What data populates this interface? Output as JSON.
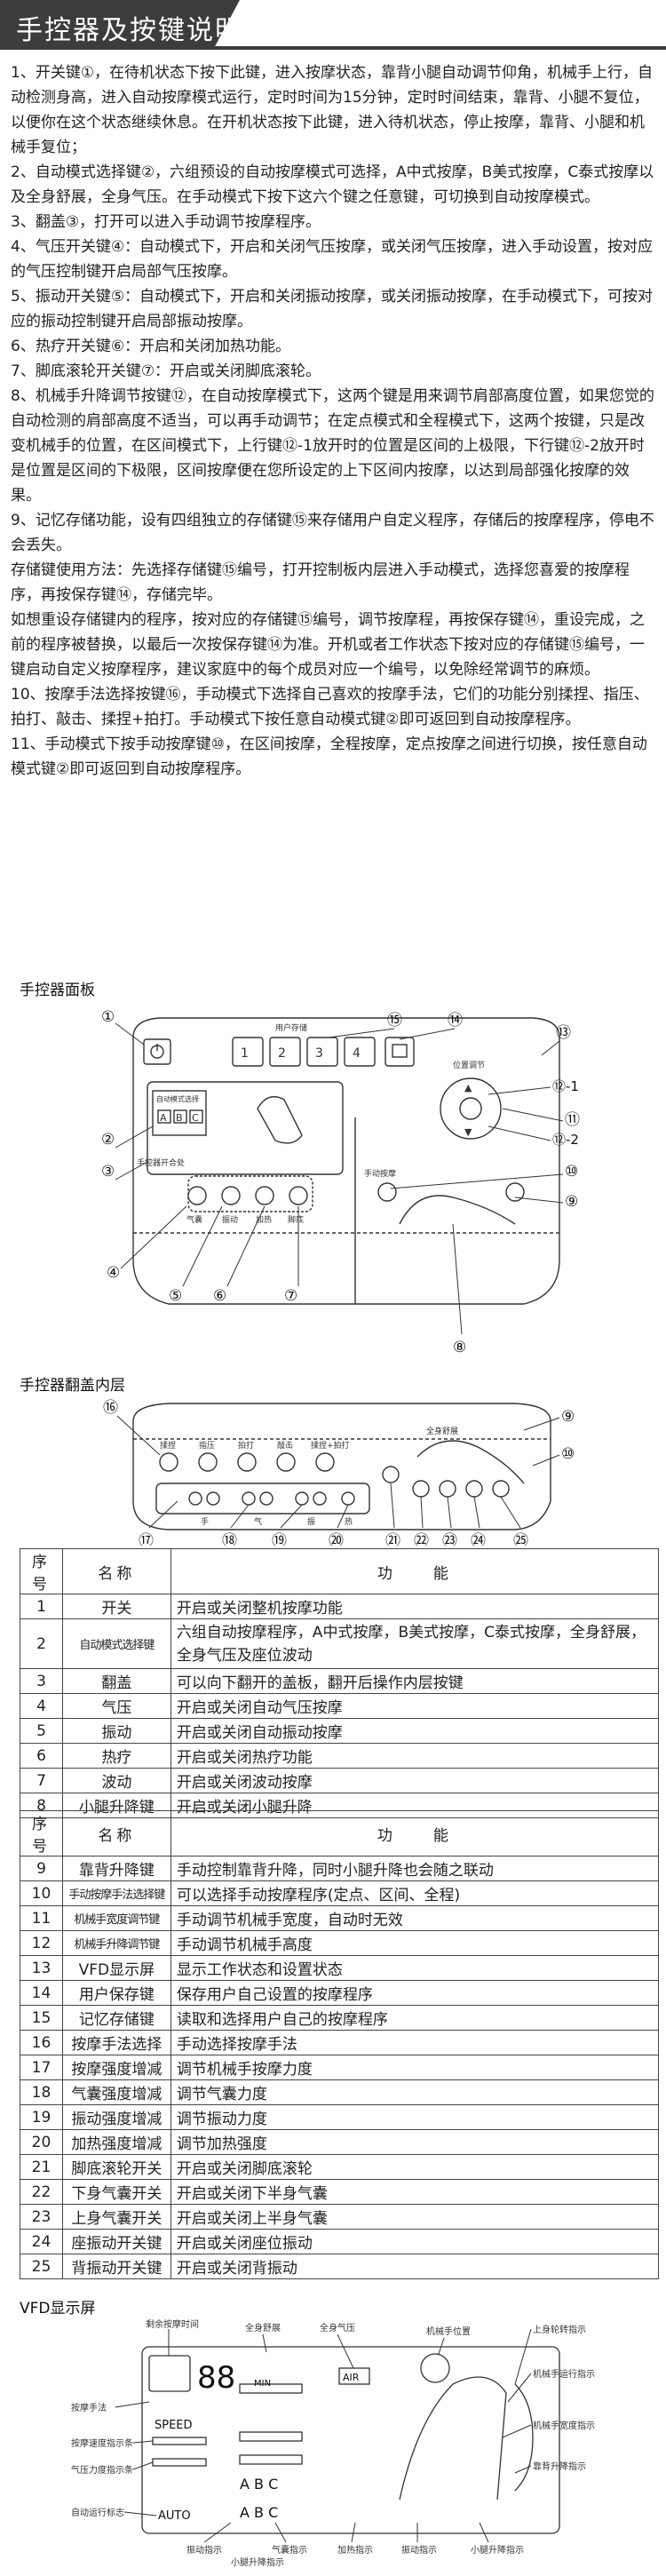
{
  "header": {
    "title": "手控器及按键说明"
  },
  "paragraphs": [
    "1、开关键①，在待机状态下按下此键，进入按摩状态，靠背小腿自动调节仰角，机械手上行，自动检测身高，进入自动按摩模式运行，定时时间为15分钟，定时时间结束，靠背、小腿不复位，以便你在这个状态继续休息。在开机状态按下此键，进入待机状态，停止按摩，靠背、小腿和机械手复位；",
    "2、自动模式选择键②，六组预设的自动按摩模式可选择，A中式按摩，B美式按摩，C泰式按摩以及全身舒展，全身气压。在手动模式下按下这六个键之任意键，可切换到自动按摩模式。",
    "3、翻盖③，打开可以进入手动调节按摩程序。",
    "4、气压开关键④：自动模式下，开启和关闭气压按摩，或关闭气压按摩，进入手动设置，按对应的气压控制键开启局部气压按摩。",
    "5、振动开关键⑤：自动模式下，开启和关闭振动按摩，或关闭振动按摩，在手动模式下，可按对应的振动控制键开启局部振动按摩。",
    "6、热疗开关键⑥：开启和关闭加热功能。",
    "7、脚底滚轮开关键⑦：开启或关闭脚底滚轮。",
    "8、机械手升降调节按键⑫，在自动按摩模式下，这两个键是用来调节肩部高度位置，如果您觉的自动检测的肩部高度不适当，可以再手动调节；在定点模式和全程模式下，这两个按键，只是改变机械手的位置，在区间模式下，上行键⑫-1放开时的位置是区间的上极限，下行键⑫-2放开时是位置是区间的下极限，区间按摩便在您所设定的上下区间内按摩，以达到局部强化按摩的效果。",
    "9、记忆存储功能，设有四组独立的存储键⑮来存储用户自定义程序，存储后的按摩程序，停电不会丢失。",
    "存储键使用方法：先选择存储键⑮编号，打开控制板内层进入手动模式，选择您喜爱的按摩程序，再按保存键⑭，存储完毕。",
    "如想重设存储键内的程序，按对应的存储键⑮编号，调节按摩程，再按保存键⑭，重设完成，之前的程序被替换，以最后一次按保存键⑭为准。开机或者工作状态下按对应的存储键⑮编号，一键启动自定义按摩程序，建议家庭中的每个成员对应一个编号，以免除经常调节的麻烦。",
    "10、按摩手法选择按键⑯，手动模式下选择自己喜欢的按摩手法，它们的功能分别揉捏、指压、拍打、敲击、揉捏+拍打。手动模式下按任意自动模式键②即可返回到自动按摩程序。",
    "11、手动模式下按手动按摩键⑩，在区间按摩，全程按摩，定点按摩之间进行切换，按任意自动模式键②即可返回到自动按摩程序。"
  ],
  "figures": {
    "panel": {
      "label": "手控器面板",
      "callouts": [
        "①",
        "②",
        "③",
        "④",
        "⑤",
        "⑥",
        "⑦",
        "⑧",
        "⑨",
        "⑩",
        "⑪",
        "⑫-1",
        "⑫-2",
        "⑬",
        "⑭",
        "⑮"
      ],
      "memory_keys": [
        "1",
        "2",
        "3",
        "4"
      ],
      "memory_caption": "用户存储",
      "auto_caption": "自动模式选择",
      "auto_keys": [
        "A",
        "B",
        "C"
      ],
      "airbag_caption": "气囊",
      "vib_caption": "振动",
      "heat_caption": "加热",
      "roller_caption": "脚底",
      "manual_caption": "手动按摩",
      "height_caption": "位置调节",
      "flip_caption": "手控器开合处",
      "up_arrow": "▲",
      "down_arrow": "▼"
    },
    "inner": {
      "label": "手控器翻盖内层",
      "callouts": [
        "⑯",
        "⑰",
        "⑱",
        "⑲",
        "⑳",
        "㉑",
        "㉒",
        "㉓",
        "㉔",
        "㉕",
        "⑨",
        "⑩"
      ],
      "technique_labels": [
        "揉捏",
        "指压",
        "拍打",
        "敲击",
        "揉捏+拍打"
      ],
      "strength_labels": [
        "手",
        "气",
        "振",
        "热"
      ],
      "top_right_caption": "全身舒展"
    },
    "vfd": {
      "label": "VFD显示屏",
      "digits": "88",
      "min_unit": "MIN",
      "speed": "SPEED",
      "auto": "AUTO",
      "air": "AIR",
      "abc_rows": [
        "A B C",
        "A B C"
      ],
      "left_labels": [
        "剩余按摩时间",
        "按摩手法",
        "按摩速度指示条",
        "气压力度指示条",
        "自动运行标志"
      ],
      "top_labels": [
        "全身舒展",
        "全身气压",
        "机械手位置"
      ],
      "right_labels": [
        "上身轮转指示",
        "机械手运行指示",
        "机械手宽度指示",
        "靠背升降指示"
      ],
      "bottom_labels": [
        "振动指示",
        "气囊指示",
        "小腿升降指示",
        "加热指示",
        "振动指示",
        "小腿升降指示"
      ]
    }
  },
  "table1": {
    "headers": [
      "序号",
      "名称",
      "功　　能"
    ],
    "rows": [
      [
        "1",
        "开关",
        "开启或关闭整机按摩功能"
      ],
      [
        "2",
        "自动模式选择键",
        "六组自动按摩程序，A中式按摩，B美式按摩，C泰式按摩，全身舒展，全身气压及座位波动"
      ],
      [
        "3",
        "翻盖",
        "可以向下翻开的盖板，翻开后操作内层按键"
      ],
      [
        "4",
        "气压",
        "开启或关闭自动气压按摩"
      ],
      [
        "5",
        "振动",
        "开启或关闭自动振动按摩"
      ],
      [
        "6",
        "热疗",
        "开启或关闭热疗功能"
      ],
      [
        "7",
        "波动",
        "开启或关闭波动按摩"
      ],
      [
        "8",
        "小腿升降键",
        "开启或关闭小腿升降"
      ]
    ]
  },
  "table2": {
    "headers": [
      "序号",
      "名称",
      "功　　能"
    ],
    "rows": [
      [
        "9",
        "靠背升降键",
        "手动控制靠背升降，同时小腿升降也会随之联动"
      ],
      [
        "10",
        "手动按摩手法选择键",
        "可以选择手动按摩程序(定点、区间、全程)"
      ],
      [
        "11",
        "机械手宽度调节键",
        "手动调节机械手宽度，自动时无效"
      ],
      [
        "12",
        "机械手升降调节键",
        "手动调节机械手高度"
      ],
      [
        "13",
        "VFD显示屏",
        "显示工作状态和设置状态"
      ],
      [
        "14",
        "用户保存键",
        "保存用户自己设置的按摩程序"
      ],
      [
        "15",
        "记忆存储键",
        "读取和选择用户自己的按摩程序"
      ],
      [
        "16",
        "按摩手法选择",
        "手动选择按摩手法"
      ],
      [
        "17",
        "按摩强度增减",
        "调节机械手按摩力度"
      ],
      [
        "18",
        "气囊强度增减",
        "调节气囊力度"
      ],
      [
        "19",
        "振动强度增减",
        "调节振动力度"
      ],
      [
        "20",
        "加热强度增减",
        "调节加热强度"
      ],
      [
        "21",
        "脚底滚轮开关",
        "开启或关闭脚底滚轮"
      ],
      [
        "22",
        "下身气囊开关",
        "开启或关闭下半身气囊"
      ],
      [
        "23",
        "上身气囊开关",
        "开启或关闭上半身气囊"
      ],
      [
        "24",
        "座振动开关键",
        "开启或关闭座位振动"
      ],
      [
        "25",
        "背振动开关键",
        "开启或关闭背振动"
      ]
    ]
  }
}
